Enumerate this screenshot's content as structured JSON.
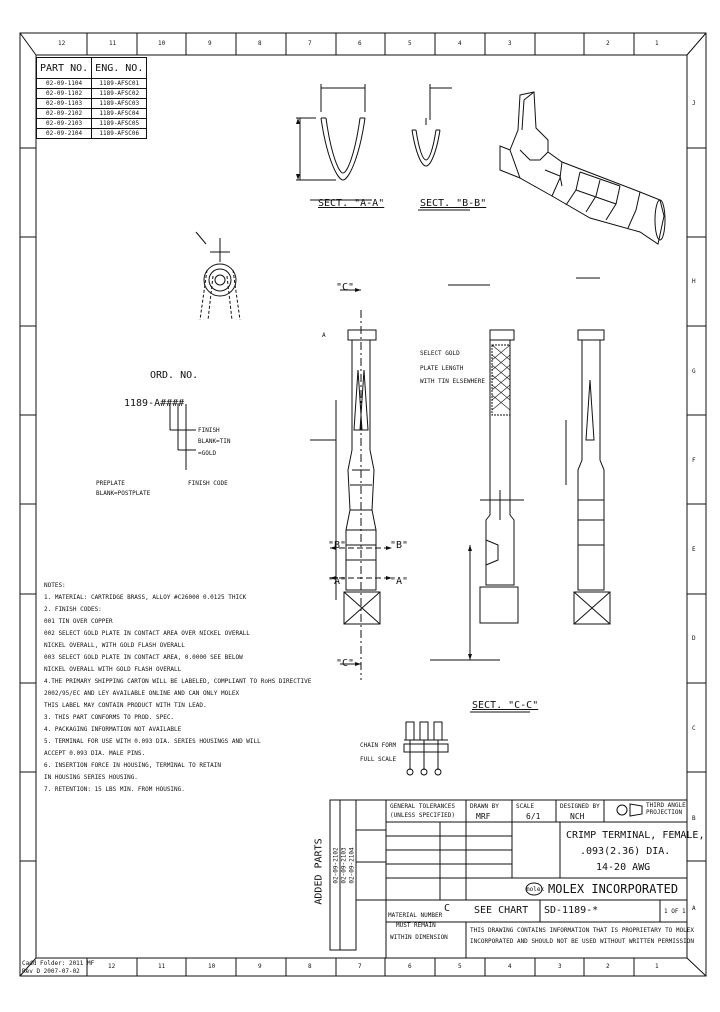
{
  "border": {
    "top_zones": [
      "12",
      "11",
      "10",
      "9",
      "8",
      "7",
      "6",
      "5",
      "4",
      "3",
      "2",
      "1"
    ],
    "bottom_zones": [
      "12",
      "11",
      "10",
      "9",
      "8",
      "7",
      "6",
      "5",
      "4",
      "3",
      "2",
      "1"
    ],
    "right_rows": [
      "J",
      "H",
      "G",
      "F",
      "E",
      "D",
      "C",
      "B",
      "A"
    ]
  },
  "part_table": {
    "headers": [
      "PART NO.",
      "ENG. NO."
    ],
    "rows": [
      [
        "02-09-1104",
        "1189-AFSC01"
      ],
      [
        "02-09-1102",
        "1189-AFSC02"
      ],
      [
        "02-09-1103",
        "1189-AFSC03"
      ],
      [
        "02-09-2102",
        "1189-AFSC04"
      ],
      [
        "02-09-2103",
        "1189-AFSC05"
      ],
      [
        "02-09-2104",
        "1189-AFSC06"
      ]
    ]
  },
  "sections": {
    "a_a": "SECT. \"A-A\"",
    "b_b": "SECT. \"B-B\"",
    "c_c": "SECT. \"C-C\""
  },
  "labels": {
    "c_top": "\"C\"",
    "c_bottom": "\"C\"",
    "b_left": "\"B\"",
    "b_right": "\"B\"",
    "a_left": "\"A\"",
    "a_right": "\"A\"",
    "point_a": "A",
    "ordering_title": "ORD. NO.",
    "ordering_code": "1189-A####",
    "ordering_note1": "FINISH",
    "ordering_note2": "BLANK=TIN",
    "ordering_note3": "=GOLD",
    "preplate": "PREPLATE",
    "blank_postplate": "BLANK=POSTPLATE",
    "finish_code": "FINISH CODE",
    "select_gold": "SELECT GOLD",
    "plate_length": "PLATE LENGTH",
    "with_tin_elsewhere": "WITH TIN ELSEWHERE",
    "chain_form": "CHAIN FORM",
    "full_scale": "FULL SCALE"
  },
  "notes": [
    "NOTES:",
    "1.  MATERIAL: CARTRIDGE BRASS, ALLOY #C26000  0.0125 THICK",
    "2.  FINISH CODES:",
    "    001  TIN OVER COPPER",
    "    002  SELECT GOLD PLATE IN CONTACT AREA OVER NICKEL OVERALL",
    "         NICKEL OVERALL, WITH GOLD FLASH OVERALL",
    "    003  SELECT GOLD PLATE IN CONTACT AREA, 0.0000 SEE BELOW",
    "         NICKEL OVERALL WITH GOLD FLASH OVERALL",
    "    4.THE PRIMARY SHIPPING CARTON WILL BE LABELED, COMPLIANT TO RoHS DIRECTIVE",
    "      2002/95/EC AND LEY AVAILABLE ONLINE AND CAN ONLY MOLEX",
    "      THIS LABEL MAY CONTAIN PRODUCT WITH TIN LEAD.",
    "3.  THIS PART CONFORMS TO PROD. SPEC.",
    "4.  PACKAGING INFORMATION NOT AVAILABLE",
    "5.  TERMINAL FOR USE WITH 0.093 DIA. SERIES HOUSINGS AND WILL",
    "    ACCEPT 0.093 DIA. MALE PINS.",
    "6.  INSERTION FORCE IN HOUSING, TERMINAL TO RETAIN",
    "    IN HOUSING SERIES HOUSING.",
    "7.  RETENTION: 15 LBS MIN. FROM HOUSING."
  ],
  "revision": {
    "title": "ADDED PARTS",
    "lines": [
      "02-09-2102",
      "02-09-2103",
      "02-09-2104"
    ]
  },
  "title_block": {
    "general_tolerances": "GENERAL TOLERANCES",
    "unless_specified": "(UNLESS SPECIFIED)",
    "drawn_label": "DRAWN BY",
    "drawn_value": "MRF",
    "scale_label": "SCALE",
    "scale_value": "6/1",
    "designed_label": "DESIGNED BY",
    "designed_value": "NCH",
    "third_angle": "THIRD ANGLE PROJECTION",
    "title_line1": "CRIMP TERMINAL, FEMALE,",
    "title_line2": ".093(2.36) DIA.",
    "title_line3": "14-20 AWG",
    "company": "MOLEX INCORPORATED",
    "logo": "molex",
    "doc_label": "SEE CHART",
    "doc_number": "SD-1189-*",
    "sheet": "1 OF 1",
    "proprietary1": "THIS DRAWING CONTAINS INFORMATION THAT IS PROPRIETARY TO MOLEX",
    "proprietary2": "INCORPORATED AND SHOULD NOT BE USED WITHOUT WRITTEN PERMISSION",
    "material_number": "MATERIAL NUMBER",
    "must_remain": "MUST REMAIN",
    "within_dimension": "WITHIN DIMENSION",
    "size": "C"
  },
  "footer": {
    "line1": "Cadd Folder: 2011 MF",
    "line2": "Rev D 2007-07-02"
  }
}
